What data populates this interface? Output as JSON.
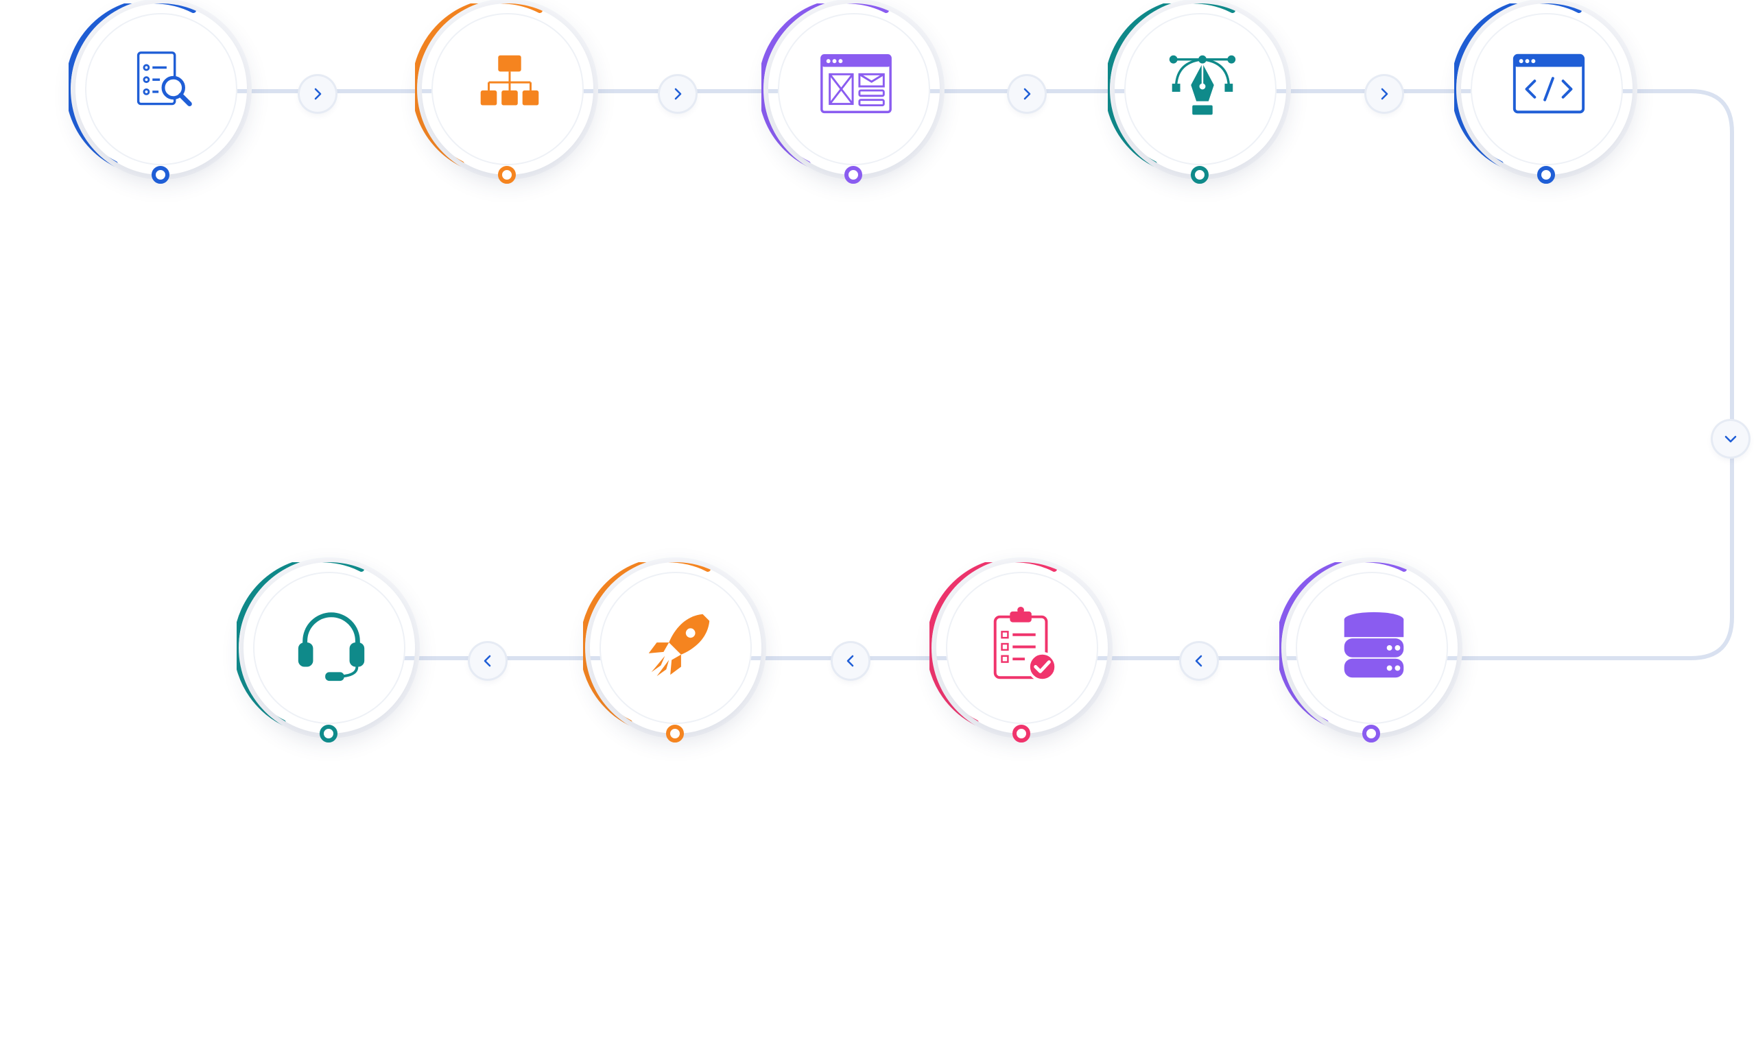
{
  "colors": {
    "blue": "#1f5ed6",
    "orange": "#f5841f",
    "purple": "#8a5cf0",
    "teal": "#0f8a8a",
    "pink": "#f0346c",
    "connector": "#d9e1f0",
    "chevron": "#1f5ed6"
  },
  "steps": [
    {
      "icon": "document-search-icon",
      "color": "blue"
    },
    {
      "icon": "sitemap-icon",
      "color": "orange"
    },
    {
      "icon": "wireframe-icon",
      "color": "purple"
    },
    {
      "icon": "pen-tool-icon",
      "color": "teal"
    },
    {
      "icon": "code-window-icon",
      "color": "blue"
    },
    {
      "icon": "database-icon",
      "color": "purple"
    },
    {
      "icon": "checklist-icon",
      "color": "pink"
    },
    {
      "icon": "rocket-icon",
      "color": "orange"
    },
    {
      "icon": "headset-icon",
      "color": "teal"
    }
  ],
  "connectors": [
    "chevron-right-icon",
    "chevron-right-icon",
    "chevron-right-icon",
    "chevron-right-icon",
    "chevron-down-icon",
    "chevron-left-icon",
    "chevron-left-icon",
    "chevron-left-icon"
  ]
}
